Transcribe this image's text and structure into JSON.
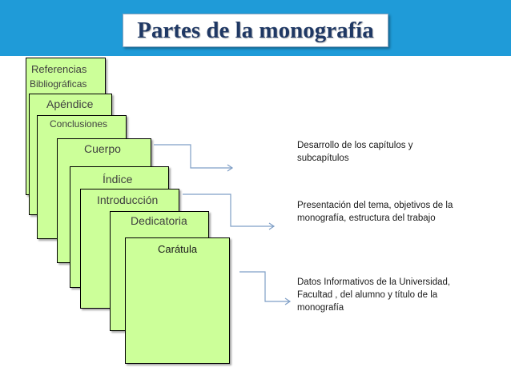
{
  "title": "Partes de la monografía",
  "pages": [
    {
      "line1": "Referencias",
      "line2": "Bibliográficas"
    },
    {
      "label": "Apéndice"
    },
    {
      "label": "Conclusiones"
    },
    {
      "label": "Cuerpo"
    },
    {
      "label": "Índice"
    },
    {
      "label": "Introducción"
    },
    {
      "label": "Dedicatoria"
    },
    {
      "label": "Carátula"
    }
  ],
  "descriptions": {
    "cuerpo": "Desarrollo de los capítulos y subcapítulos",
    "introduccion": "Presentación del tema, objetivos de la monografía, estructura del trabajo",
    "caratula": "Datos Informativos de la Universidad, Facultad , del alumno y título de la monografía"
  },
  "colors": {
    "title_band": "#1f9bd8",
    "title_text": "#1f3864",
    "page_fill": "#ccff99",
    "arrow": "#7f9fc6"
  }
}
